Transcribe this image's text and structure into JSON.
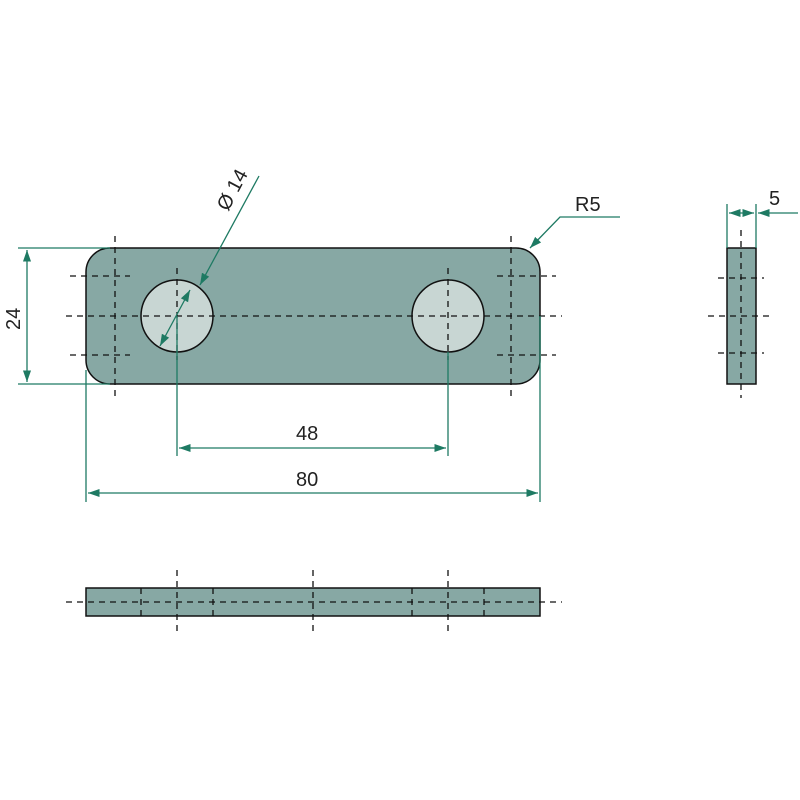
{
  "drawing": {
    "labels": {
      "hole_diameter": "Ø 14",
      "corner_radius": "R5",
      "thickness": "5",
      "height": "24",
      "hole_spacing": "48",
      "length": "80"
    },
    "colors": {
      "part_fill": "#87a8a4",
      "hole_fill": "#c8d6d3",
      "dimension_line": "#1e7a63"
    }
  }
}
